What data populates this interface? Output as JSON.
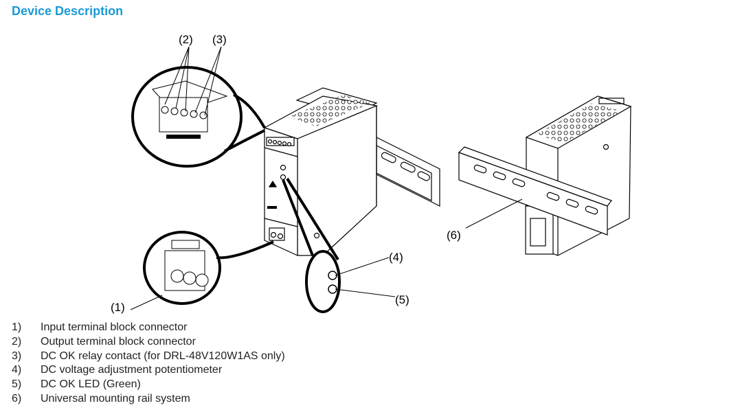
{
  "heading": "Device Description",
  "colors": {
    "heading": "#1a9ad6"
  },
  "callouts": {
    "c1": "(1)",
    "c2": "(2)",
    "c3": "(3)",
    "c4": "(4)",
    "c5": "(5)",
    "c6": "(6)"
  },
  "legend": [
    {
      "num": "1)",
      "text": "Input terminal block connector"
    },
    {
      "num": "2)",
      "text": "Output terminal block connector"
    },
    {
      "num": "3)",
      "text": "DC OK relay contact (for DRL-48V120W1AS only)"
    },
    {
      "num": "4)",
      "text": "DC voltage adjustment potentiometer"
    },
    {
      "num": "5)",
      "text": "DC OK LED (Green)"
    },
    {
      "num": "6)",
      "text": "Universal mounting rail system"
    }
  ]
}
